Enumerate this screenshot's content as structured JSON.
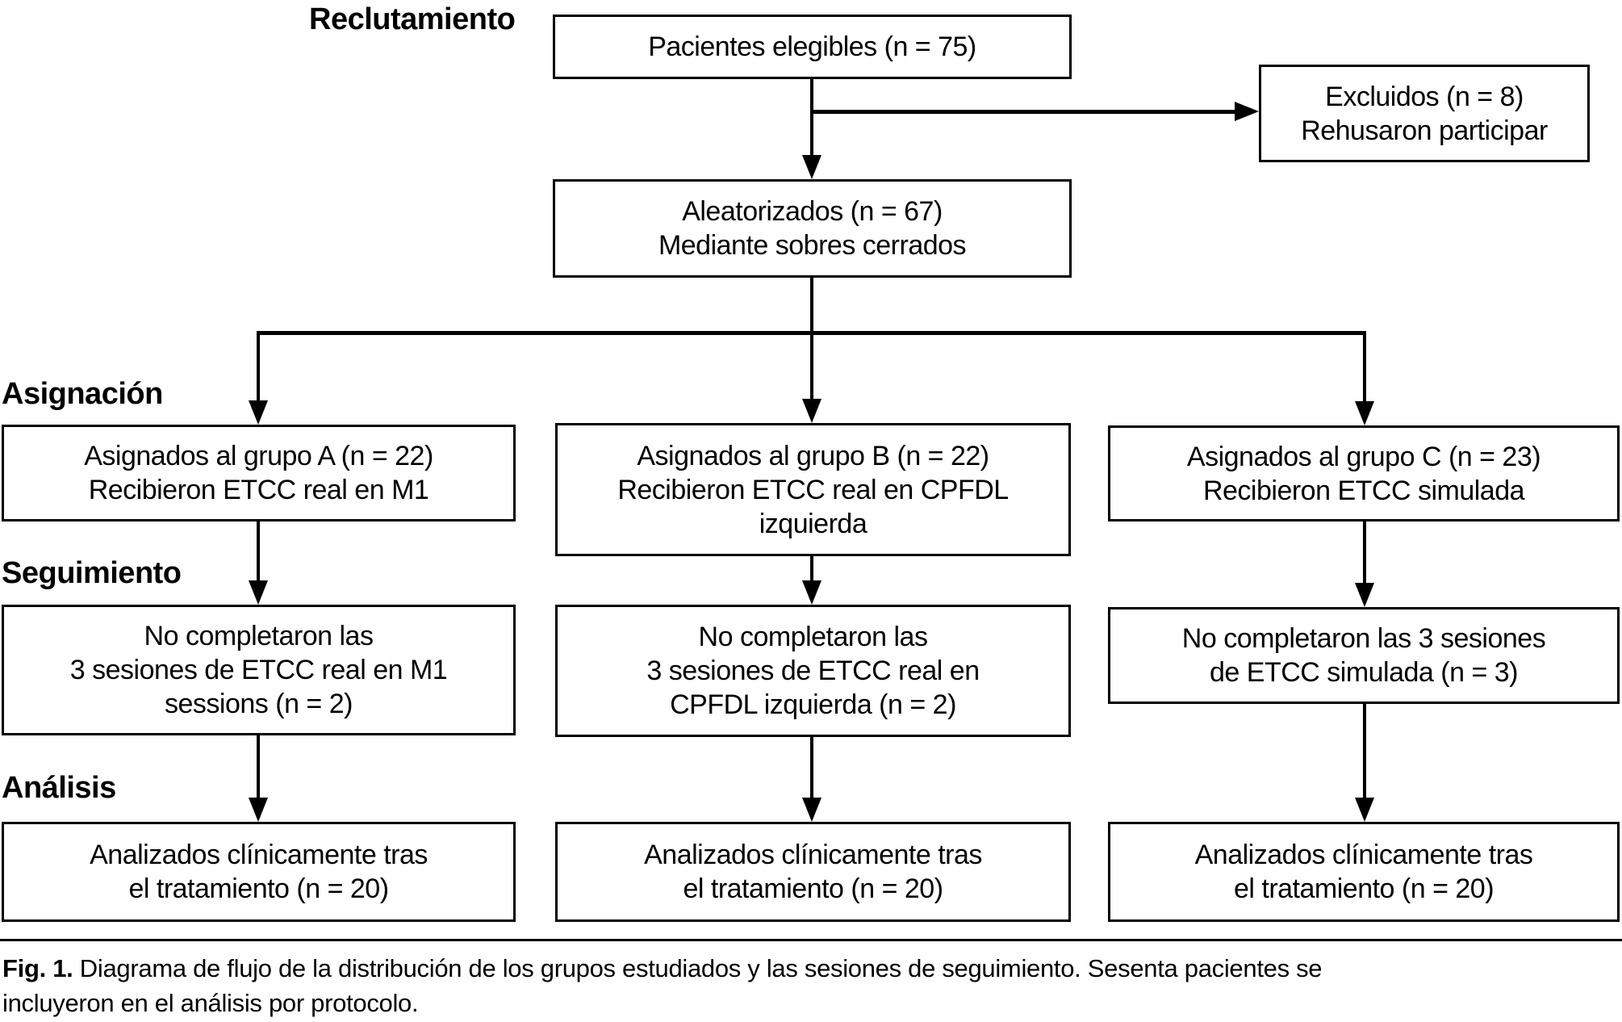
{
  "figure": {
    "stage_labels": {
      "recruitment": "Reclutamiento",
      "assignment": "Asignación",
      "followup": "Seguimiento",
      "analysis": "Análisis"
    },
    "boxes": {
      "eligible": {
        "lines": [
          "Pacientes elegibles (n = 75)"
        ]
      },
      "excluded": {
        "lines": [
          "Excluidos (n = 8)",
          "Rehusaron participar"
        ]
      },
      "randomized": {
        "lines": [
          "Aleatorizados (n = 67)",
          "Mediante sobres cerrados"
        ]
      },
      "group_a": {
        "lines": [
          "Asignados al grupo A (n = 22)",
          "Recibieron ETCC real en M1"
        ]
      },
      "group_b": {
        "lines": [
          "Asignados al grupo B (n = 22)",
          "Recibieron ETCC real en CPFDL",
          "izquierda"
        ]
      },
      "group_c": {
        "lines": [
          "Asignados al grupo C (n = 23)",
          "Recibieron ETCC simulada"
        ]
      },
      "followup_a": {
        "lines": [
          "No completaron las",
          "3 sesiones de ETCC real en M1",
          "sessions (n = 2)"
        ]
      },
      "followup_b": {
        "lines": [
          "No completaron las",
          "3 sesiones de ETCC real en",
          "CPFDL izquierda (n = 2)"
        ]
      },
      "followup_c": {
        "lines": [
          "No completaron las 3 sesiones",
          "de ETCC simulada (n = 3)"
        ]
      },
      "analysis_a": {
        "lines": [
          "Analizados clínicamente tras",
          "el tratamiento (n = 20)"
        ]
      },
      "analysis_b": {
        "lines": [
          "Analizados clínicamente tras",
          "el tratamiento (n = 20)"
        ]
      },
      "analysis_c": {
        "lines": [
          "Analizados clínicamente tras",
          "el tratamiento (n = 20)"
        ]
      }
    },
    "caption": {
      "prefix": "Fig. 1.",
      "line1": "Diagrama de flujo de la distribución de los grupos estudiados y las sesiones de seguimiento. Sesenta pacientes se",
      "line2": "incluyeron en el análisis por protocolo."
    },
    "colors": {
      "foreground": "#000000",
      "background": "#ffffff"
    }
  }
}
